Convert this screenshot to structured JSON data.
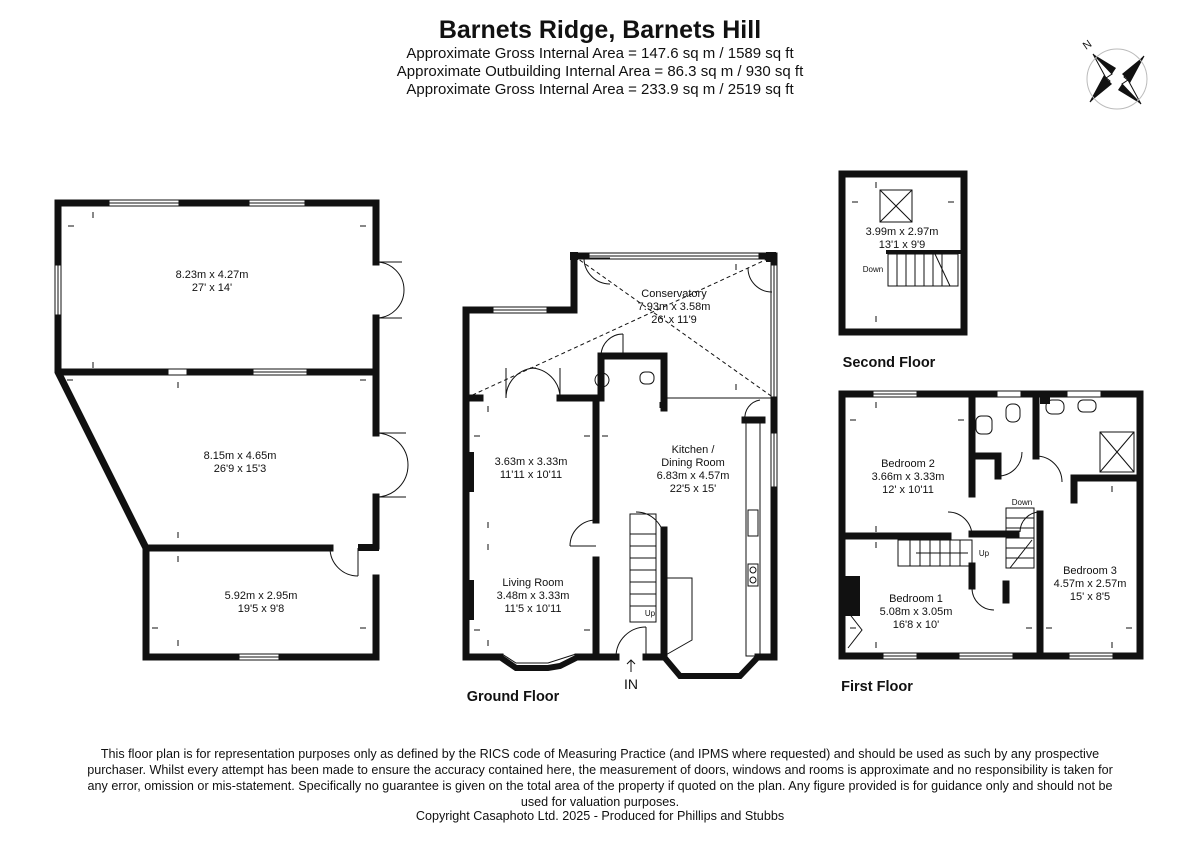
{
  "header": {
    "title": "Barnets Ridge, Barnets Hill",
    "areas": [
      "Approximate Gross Internal Area = 147.6 sq m / 1589 sq ft",
      "Approximate Outbuilding Internal Area = 86.3 sq m / 930 sq ft",
      "Approximate Gross Internal Area = 233.9 sq m / 2519 sq ft"
    ]
  },
  "compass": {
    "label": "N",
    "icon": "compass-rose-icon"
  },
  "outbuilding": {
    "room1": {
      "dim_m": "8.23m x 4.27m",
      "dim_ft": "27' x 14'"
    },
    "room2": {
      "dim_m": "8.15m x 4.65m",
      "dim_ft": "26'9 x 15'3"
    },
    "room3": {
      "dim_m": "5.92m x 2.95m",
      "dim_ft": "19'5 x 9'8"
    }
  },
  "ground_floor": {
    "label": "Ground Floor",
    "entrance": "IN",
    "stairs_label": "Up",
    "conservatory": {
      "name": "Conservatory",
      "dim_m": "7.93m x 3.58m",
      "dim_ft": "26' x 11'9"
    },
    "sitting": {
      "dim_m": "3.63m x 3.33m",
      "dim_ft": "11'11 x 10'11"
    },
    "living": {
      "name": "Living Room",
      "dim_m": "3.48m x 3.33m",
      "dim_ft": "11'5 x 10'11"
    },
    "kitchen": {
      "name_line1": "Kitchen /",
      "name_line2": "Dining Room",
      "dim_m": "6.83m x 4.57m",
      "dim_ft": "22'5 x 15'"
    }
  },
  "second_floor": {
    "label": "Second Floor",
    "stairs_label": "Down",
    "room": {
      "dim_m": "3.99m x 2.97m",
      "dim_ft": "13'1 x 9'9"
    }
  },
  "first_floor": {
    "label": "First Floor",
    "stairs_down": "Down",
    "stairs_up": "Up",
    "bedroom1": {
      "name": "Bedroom 1",
      "dim_m": "5.08m x 3.05m",
      "dim_ft": "16'8 x 10'"
    },
    "bedroom2": {
      "name": "Bedroom 2",
      "dim_m": "3.66m x 3.33m",
      "dim_ft": "12' x 10'11"
    },
    "bedroom3": {
      "name": "Bedroom 3",
      "dim_m": "4.57m x 2.57m",
      "dim_ft": "15' x 8'5"
    }
  },
  "footer": {
    "disclaimer": "This floor plan is for representation purposes only as defined by the RICS code of Measuring Practice (and IPMS where requested) and should be used as such by any prospective purchaser. Whilst every attempt has been made to ensure the accuracy contained here, the measurement of doors, windows and rooms is approximate and no responsibility is taken for any error, omission or mis-statement. Specifically no guarantee is given on the total area of the property if quoted on the plan. Any figure provided is for guidance only and should not be used for valuation purposes.",
    "copyright": "Copyright Casaphoto Ltd. 2025 - Produced for Phillips and Stubbs"
  }
}
